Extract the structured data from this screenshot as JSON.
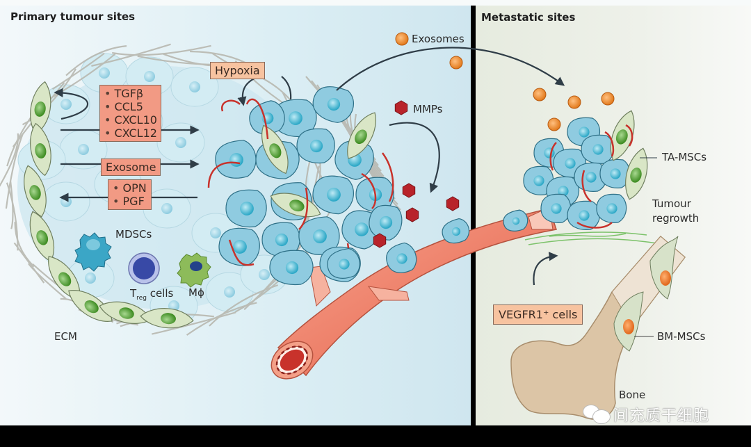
{
  "titles": {
    "primary": "Primary tumour sites",
    "metastatic": "Metastatic sites"
  },
  "boxes": {
    "hypoxia": "Hypoxia",
    "cytokines": [
      "TGFβ",
      "CCL5",
      "CXCL10",
      "CXCL12"
    ],
    "exosome": "Exosome",
    "opn_pgf": [
      "OPN",
      "PGF"
    ],
    "vegfr1": "VEGFR1⁺ cells"
  },
  "labels": {
    "exosomes": "Exosomes",
    "mmps": "MMPs",
    "mdscs": "MDSCs",
    "treg_t": "T",
    "treg_sub": "reg",
    "treg_cells": "cells",
    "macrophage": "Mϕ",
    "ecm": "ECM",
    "ta_mscs": "TA-MSCs",
    "tumour_regrowth_1": "Tumour",
    "tumour_regrowth_2": "regrowth",
    "bm_mscs": "BM-MSCs",
    "bone": "Bone"
  },
  "watermark": "间充质干细胞",
  "colors": {
    "tumour_cell": "#8fcbe0",
    "tumour_nucleus": "#2aa7c6",
    "msc_cell": "#d9e6c6",
    "msc_nucleus": "#4f9a2e",
    "vessel": "#ee7b62",
    "vessel_red": "#c8322b",
    "exosome": "#f08a2a",
    "mmp": "#b8232a",
    "box_red": "#f29a84",
    "box_peach": "#f7c3a0",
    "bone": "#dcc5a6",
    "arrow": "#2f3d47"
  }
}
